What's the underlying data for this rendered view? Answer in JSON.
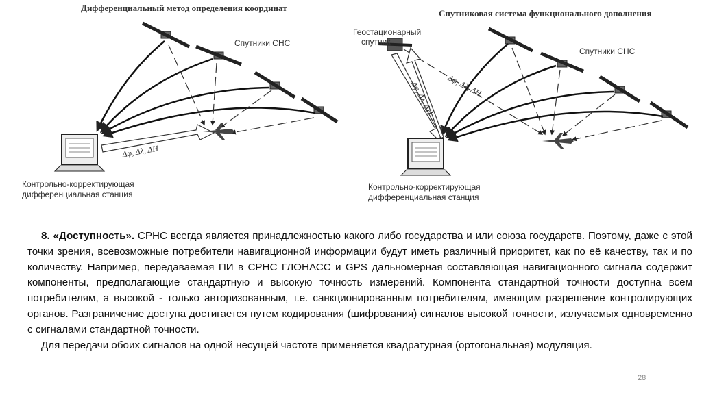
{
  "diagrams": {
    "left": {
      "title": "Дифференциальный метод определения координат",
      "satellites_label": "Спутники СНС",
      "arrow_label": "Δφ, Δλ, ΔH",
      "station_label_line1": "Контрольно-корректирующая",
      "station_label_line2": "дифференциальная станция"
    },
    "right": {
      "title": "Спутниковая система функционального дополнения",
      "geo_label_line1": "Геостационарный",
      "geo_label_line2": "спутник",
      "satellites_label": "Спутники СНС",
      "geo_down_label": "Δφ, Δλ, ΔH",
      "geo_up_label": "Δφ, Δλ, ΔH",
      "station_label_line1": "Контрольно-корректирующая",
      "station_label_line2": "дифференциальная станция"
    }
  },
  "text": {
    "para1_heading": "8. «Доступность».",
    "para1_body": " СРНС всегда является принадлежностью какого либо государства и или союза государств. Поэтому, даже с этой точки зрения, всевозможные потребители навигационной информации будут иметь различный приоритет, как по её качеству, так и по количеству. Например, передаваемая ПИ в СРНС ГЛОНАСС  и GPS дальномерная составляющая навигационного сигнала содержит компоненты, предполагающие стандартную и высокую точность измерений. Компонента стандартной точности доступна всем потребителям, а высокой - только авторизованным, т.е. санкционированным потребителям, имеющим разрешение контролирующих органов. Разграничение доступа достигается путем кодирования (шифрования) сигналов высокой точности, излучаемых одновременно с сигналами стандартной точности.",
    "para2": "Для передачи обоих сигналов на одной несущей частоте применяется   квадратурная (ортогональная) модуляция."
  },
  "page_number": "28"
}
